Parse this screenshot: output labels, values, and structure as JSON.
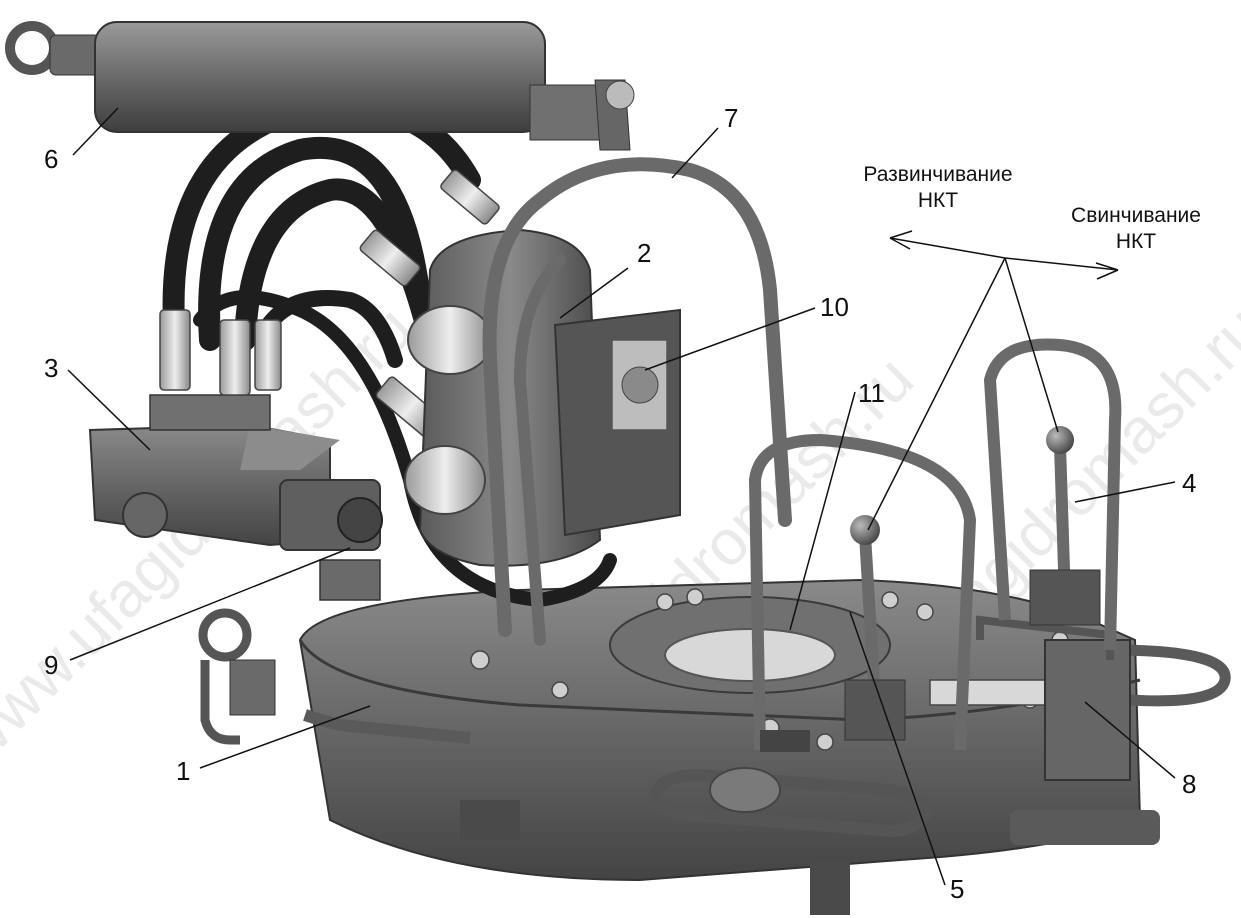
{
  "callouts": {
    "c1": "1",
    "c2": "2",
    "c3": "3",
    "c4": "4",
    "c5": "5",
    "c6": "6",
    "c7": "7",
    "c8": "8",
    "c9": "9",
    "c10": "10",
    "c11": "11"
  },
  "directions": {
    "unscrew": {
      "line1": "Развинчивание",
      "line2": "НКТ"
    },
    "screw": {
      "line1": "Свинчивание",
      "line2": "НКТ"
    }
  },
  "watermark": "www.ufagidromash.ru",
  "colors": {
    "body_dark": "#555555",
    "body_mid": "#7a7a7a",
    "body_light": "#9a9a9a",
    "hose": "#1e1e1e",
    "fitting": "#c8c8c8",
    "ink": "#111111"
  }
}
